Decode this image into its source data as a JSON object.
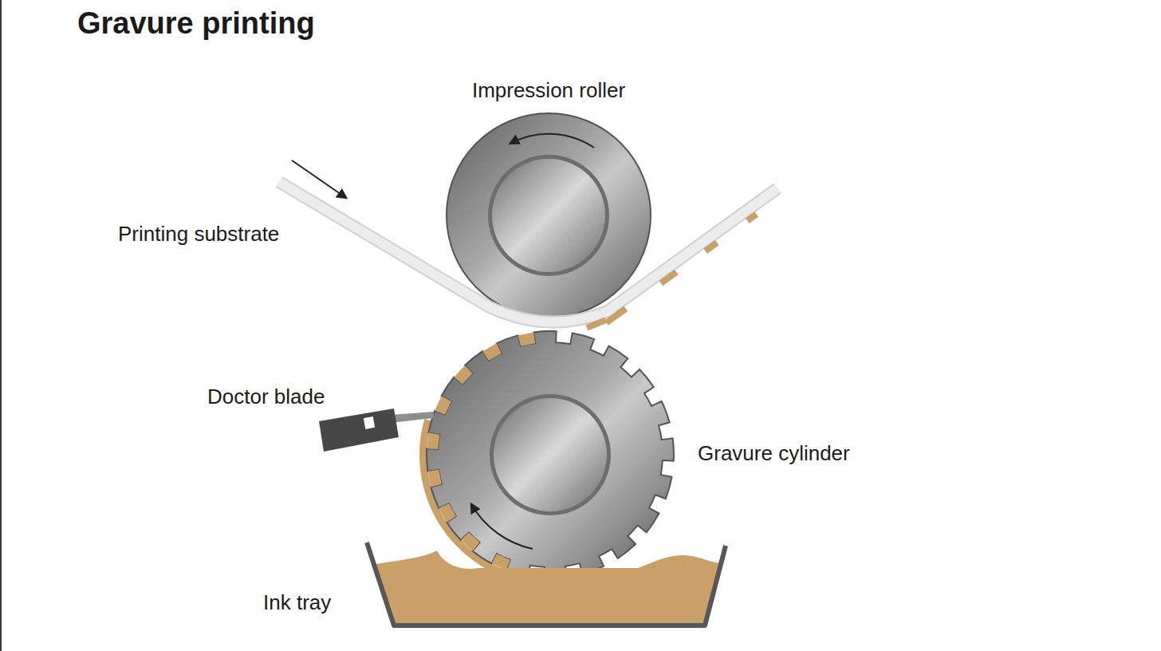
{
  "diagram": {
    "title": "Gravure printing",
    "labels": [
      "Impression roller",
      "Printing substrate",
      "Doctor blade",
      "Gravure cylinder",
      "Ink tray"
    ]
  }
}
